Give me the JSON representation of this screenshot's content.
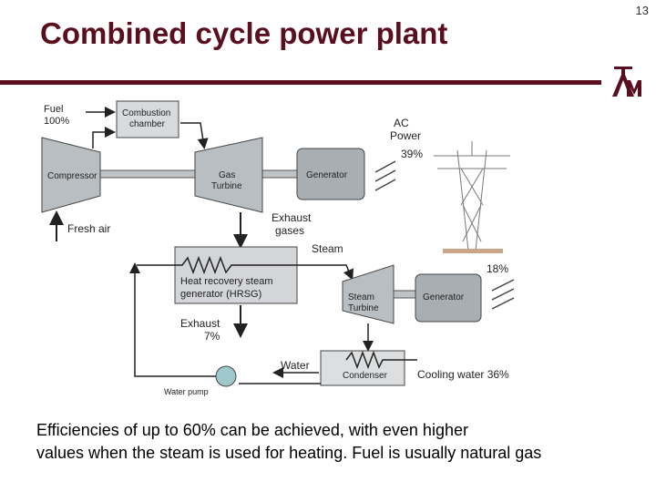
{
  "slide": {
    "title": "Combined cycle power plant",
    "page_number": "13",
    "logo_text": "ATM"
  },
  "diagram": {
    "fuel_label": "Fuel",
    "fuel_pct": "100%",
    "combustion_l1": "Combustion",
    "combustion_l2": "chamber",
    "compressor": "Compressor",
    "gas_turbine_l1": "Gas",
    "gas_turbine_l2": "Turbine",
    "generator": "Generator",
    "fresh_air": "Fresh air",
    "ac_l1": "AC",
    "ac_l2": "Power",
    "ac_pct": "39%",
    "exhaust_gases_l1": "Exhaust",
    "exhaust_gases_l2": "gases",
    "steam": "Steam",
    "hrsg_l1": "Heat recovery steam",
    "hrsg_l2": "generator (HRSG)",
    "steam_pct": "18%",
    "steam_turbine_l1": "Steam",
    "steam_turbine_l2": "Turbine",
    "generator2": "Generator",
    "exhaust_l1": "Exhaust",
    "exhaust_pct": "7%",
    "water": "Water",
    "condenser": "Condenser",
    "cooling": "Cooling water 36%",
    "water_pump": "Water pump"
  },
  "caption": {
    "line1": "Efficiencies of up to 60% can be achieved, with even higher",
    "line2": "values when the steam is used for heating.  Fuel is usually natural gas"
  }
}
